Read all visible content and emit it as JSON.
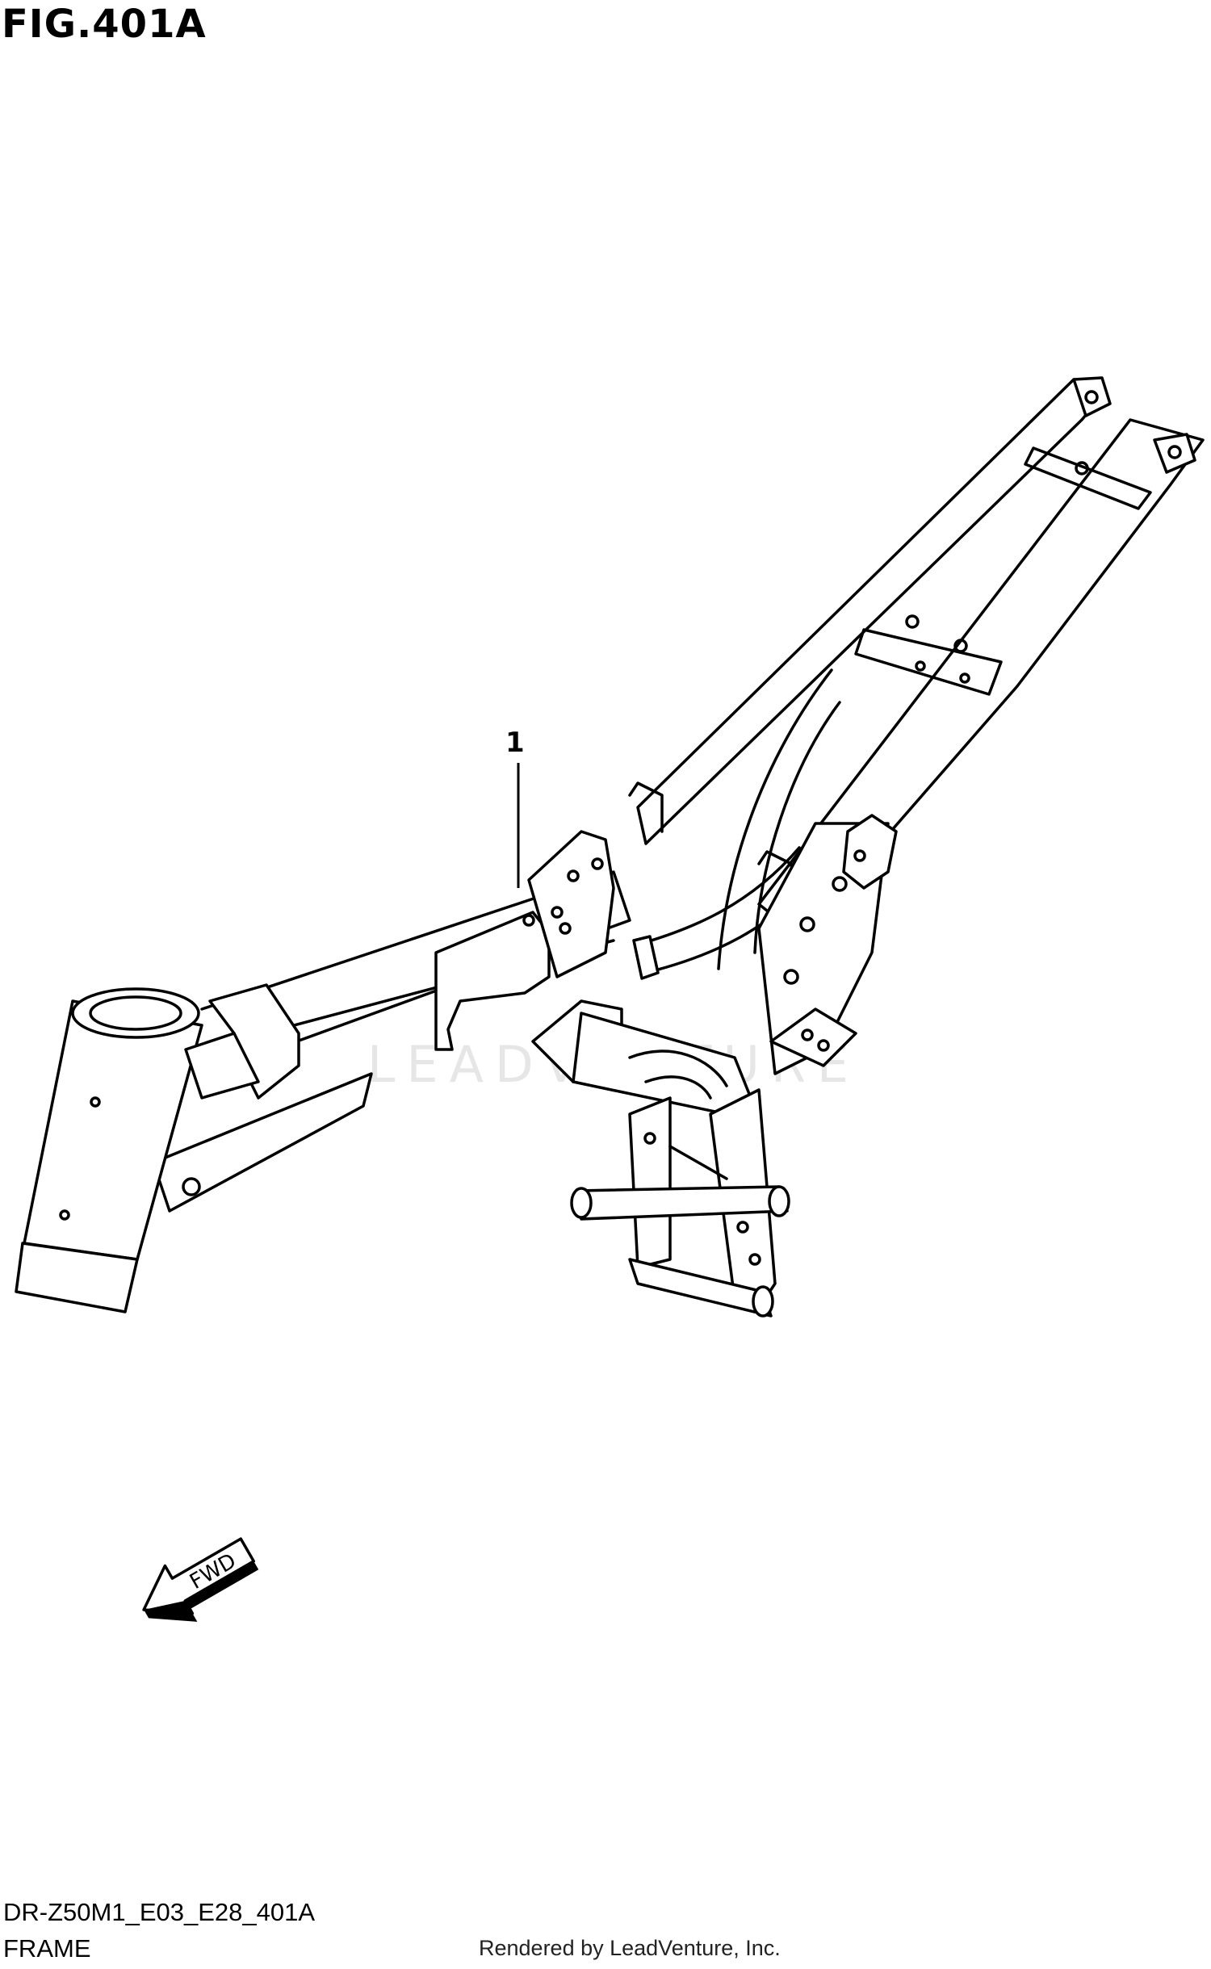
{
  "figure_title": "FIG.401A",
  "callout_number": "1",
  "fwd_label": "FWD",
  "drawing_code": "DR-Z50M1_E03_E28_401A",
  "caption": "FRAME",
  "rendered_by": "Rendered by LeadVenture, Inc.",
  "watermark_text": "LEADVENTURE",
  "icons": [
    "fwd-arrow-icon",
    "frame-drawing"
  ]
}
